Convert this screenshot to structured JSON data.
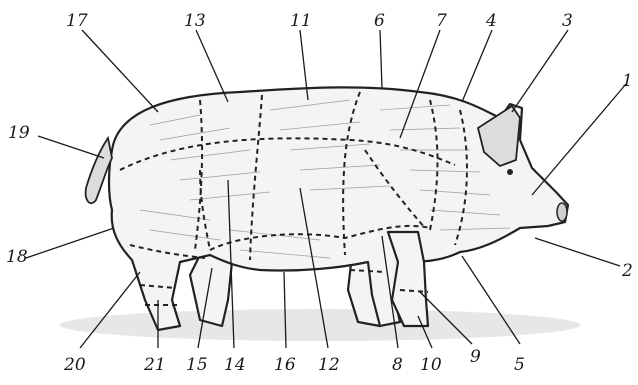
{
  "labels": [
    "17",
    "13",
    "11",
    "6",
    "7",
    "4",
    "3",
    "1",
    "19",
    "2",
    "18",
    "20",
    "21",
    "15",
    "14",
    "16",
    "12",
    "8",
    "10",
    "9",
    "5"
  ]
}
